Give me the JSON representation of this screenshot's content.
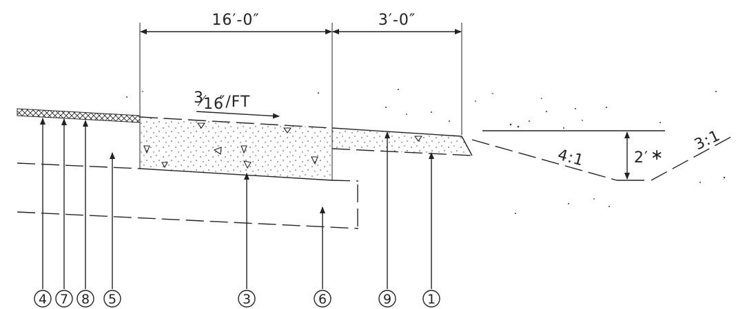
{
  "dimensions": {
    "width_a": "16′-0″",
    "width_b": "3′-0″",
    "depth": "2′",
    "depth_note": "∗"
  },
  "slope": {
    "numerator": "3",
    "denominator": "16",
    "unit": "″/FT"
  },
  "ratios": {
    "foreslope": "4:1",
    "backslope": "3:1"
  },
  "callouts": [
    "4",
    "7",
    "8",
    "5",
    "3",
    "6",
    "9",
    "1"
  ]
}
